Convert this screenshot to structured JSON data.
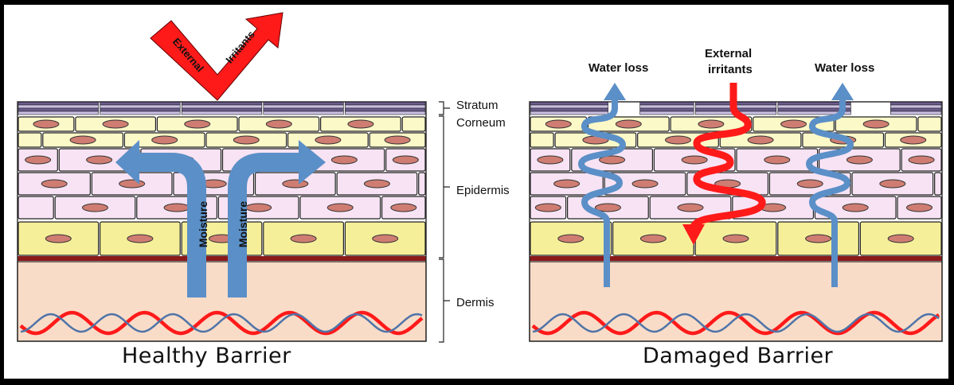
{
  "labels": {
    "stratum_line1": "Stratum",
    "stratum_line2": "Corneum",
    "epidermis": "Epidermis",
    "dermis": "Dermis"
  },
  "healthy": {
    "caption": "Healthy Barrier",
    "moisture_left": "Moisture",
    "moisture_right": "Moisture",
    "irritants_word1": "External",
    "irritants_word2": "Irritants"
  },
  "damaged": {
    "caption": "Damaged Barrier",
    "water_loss_left": "Water loss",
    "water_loss_right": "Water loss",
    "irritants_line1": "External",
    "irritants_line2": "irritants"
  },
  "colors": {
    "corneum": "#6b5b8e",
    "cell_yellow": "#fcf9c8",
    "cell_pink": "#f7e3f4",
    "cell_basal": "#f6ef9a",
    "nucleus": "#cf7d72",
    "basement": "#8b1a1a",
    "dermis": "#f9dcc8",
    "moisture": "#5b8fc7",
    "irritant": "#ff1a1a",
    "fiber_blue": "#4f74a8"
  }
}
